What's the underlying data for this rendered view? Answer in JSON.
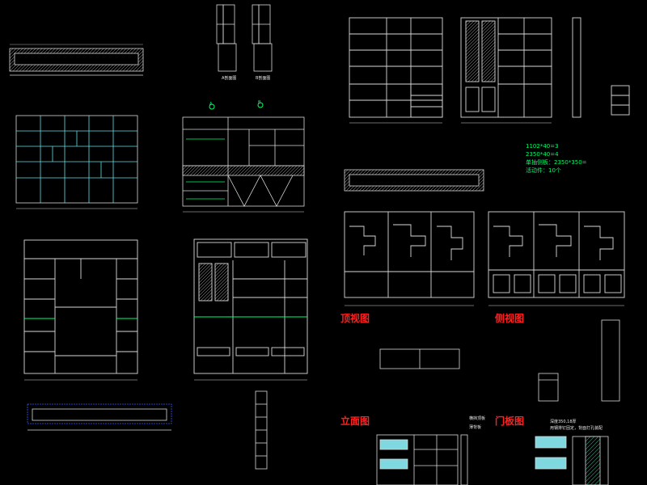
{
  "titles": {
    "top_view": "顶视图",
    "side_view": "侧视图",
    "elevation": "立面图",
    "door_panel": "门板图"
  },
  "labels": {
    "a_section": "A剖面图",
    "b_section": "B剖面图",
    "panel_1": "1102*40=3",
    "panel_2": "2350*40=4",
    "single_side": "单抽侧板：2350*350=",
    "hinge_count": "活动件：10个",
    "legend_1": "横挡顶板",
    "legend_2": "薄背板",
    "note_depth": "深度350,18厚",
    "note_fix": "用钢排钉固定，背面打孔装配",
    "callout_1": "A",
    "callout_2": "B"
  },
  "colors": {
    "line": "#d9d9d9",
    "cyan": "#5fe0e8",
    "green": "#00ff66",
    "red": "#ff2020",
    "blue": "#3355ff"
  }
}
